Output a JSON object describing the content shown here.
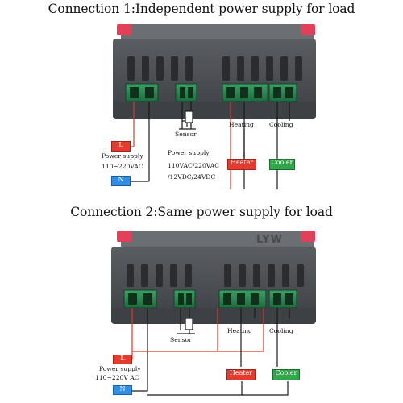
{
  "titles": {
    "connection1": "Connection 1:Independent power supply for load",
    "connection2": "Connection 2:Same power supply for load"
  },
  "diagram1": {
    "terminal_L": "L",
    "terminal_N": "N",
    "power_supply_label": "Power supply",
    "power_supply_voltage": "110~220VAC",
    "sensor_label": "Sensor",
    "heating_label": "Heating",
    "cooling_label": "Cooling",
    "load_power_label": "Power supply",
    "load_power_voltages_1": "110VAC/220VAC",
    "load_power_voltages_2": "/12VDC/24VDC",
    "heater_label": "Heater",
    "cooler_label": "Cooler"
  },
  "diagram2": {
    "terminal_L": "L",
    "terminal_N": "N",
    "power_supply_label": "Power supply",
    "power_supply_voltage": "110~220V AC",
    "sensor_label": "Sensor",
    "heating_label": "Heating",
    "cooling_label": "Cooling",
    "heater_label": "Heater",
    "cooler_label": "Cooler"
  },
  "watermark": "LYW",
  "colors": {
    "housing": "#4a4d52",
    "terminal_green": "#2f8a52",
    "wire_red": "#d83a2c",
    "wire_black": "#1a1a1a",
    "box_red": "#e53b2e",
    "box_blue": "#2f8ee6",
    "box_green": "#2fa84a"
  }
}
